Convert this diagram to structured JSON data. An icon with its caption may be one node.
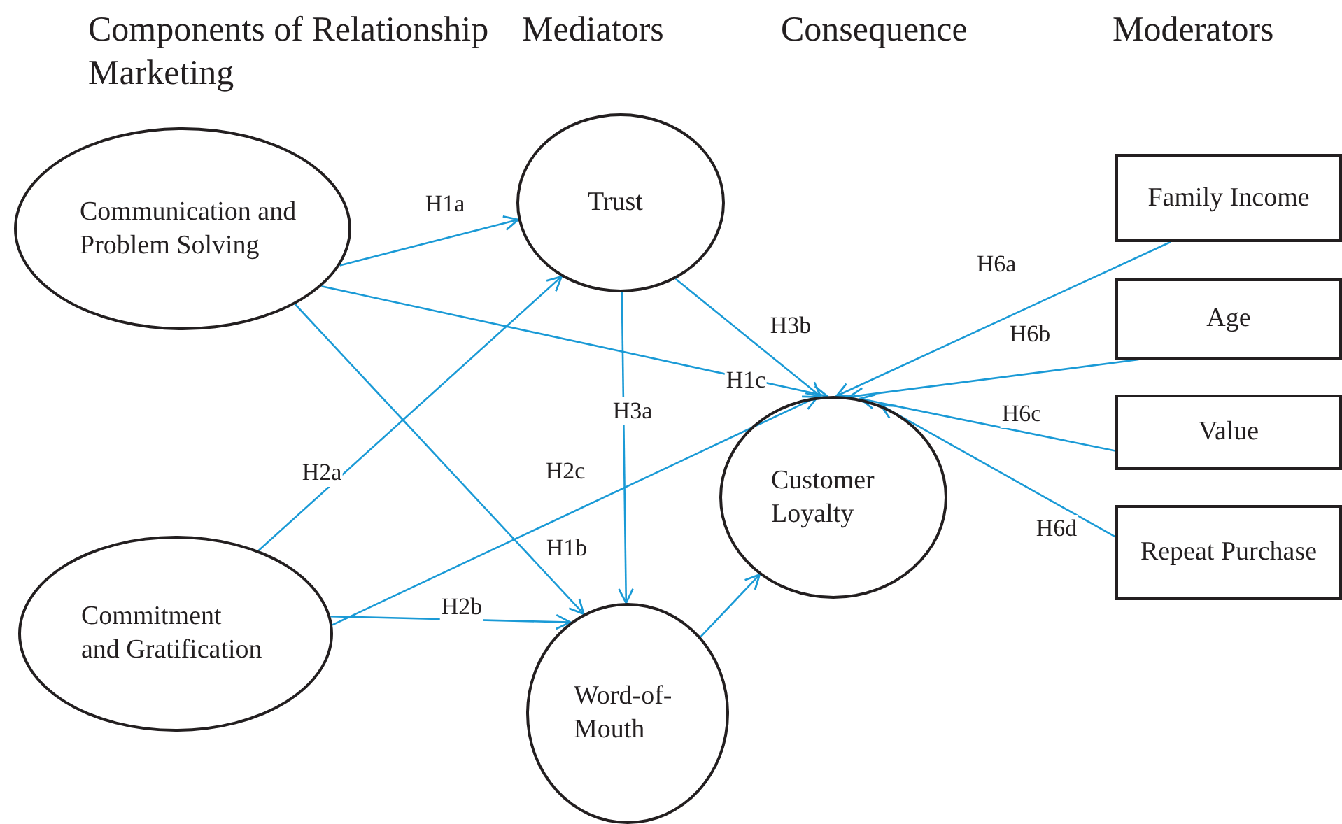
{
  "diagram": {
    "nodes": [
      {
        "text": [
          "Communication and Problem Solving"
        ]
      },
      {
        "text": [
          "Commitment and Gratification"
        ]
      },
      {
        "text": [
          "Trust"
        ]
      },
      {
        "text": [
          "Word-of-Mouth"
        ]
      },
      {
        "text": [
          "Customer Loyalty"
        ]
      },
      {
        "text": [
          "Family Income"
        ]
      },
      {
        "text": [
          "Age"
        ]
      },
      {
        "text": [
          "Value"
        ]
      },
      {
        "text": [
          "Repeat Purchase"
        ]
      }
    ],
    "edges": [
      {
        "from": 0,
        "to": 2,
        "arrow": "to",
        "label": "H1a"
      },
      {
        "from": 0,
        "to": 3,
        "arrow": "to",
        "label": "H1b"
      },
      {
        "from": 0,
        "to": 4,
        "arrow": "to",
        "label": "H1c"
      },
      {
        "from": 1,
        "to": 2,
        "arrow": "to",
        "label": "H2a"
      },
      {
        "from": 1,
        "to": 3,
        "arrow": "to",
        "label": "H2b"
      },
      {
        "from": 1,
        "to": 4,
        "arrow": "to",
        "label": "H2c"
      },
      {
        "from": 2,
        "to": 3,
        "arrow": "to",
        "label": "H3a"
      },
      {
        "from": 2,
        "to": 4,
        "arrow": "to",
        "label": "H3b"
      },
      {
        "from": 3,
        "to": 4,
        "arrow": "to"
      },
      {
        "from": 5,
        "to": 4,
        "arrow": "to",
        "label": "H6a"
      },
      {
        "from": 6,
        "to": 4,
        "arrow": "to",
        "label": "H6b"
      },
      {
        "from": 7,
        "to": 4,
        "arrow": "to",
        "label": "H6c"
      },
      {
        "from": 8,
        "to": 4,
        "arrow": "to",
        "label": "H6d"
      }
    ],
    "labels": [
      "Components of Relationship Marketing",
      "Mediators",
      "Consequence",
      "Moderators"
    ]
  }
}
